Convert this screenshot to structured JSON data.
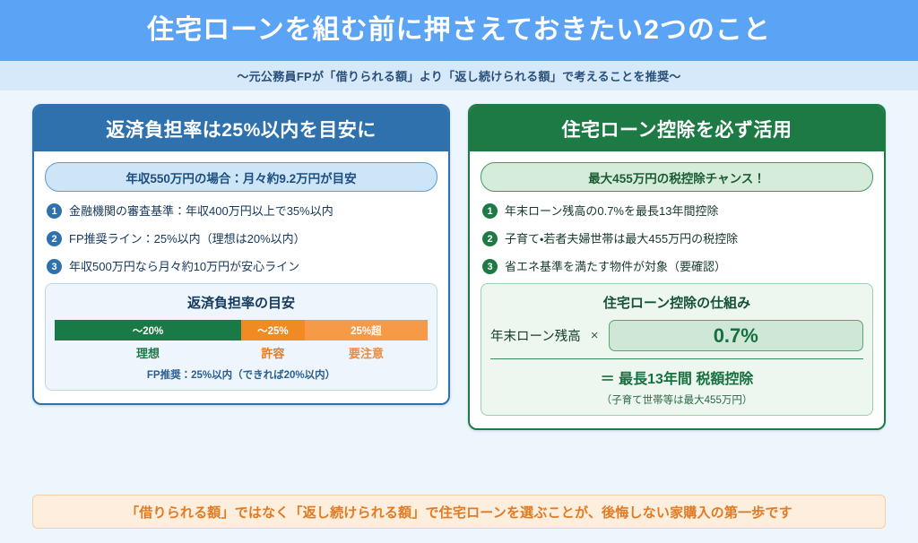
{
  "header": {
    "title": "住宅ローンを組む前に押さえておきたい2つのこと",
    "subtitle": "〜元公務員FPが「借りられる額」より「返し続けられる額」で考えることを推奨〜",
    "bg_color": "#5aa3f5",
    "subtitle_bg_color": "#d5e9fb"
  },
  "cards": [
    {
      "id": "repayment-ratio",
      "title": "返済負担率は25%以内を目安に",
      "accent_color": "#2e71ac",
      "highlight": "年収550万円の場合：月々約9.2万円が目安",
      "points": [
        {
          "num": "1",
          "text": "金融機関の審査基準：年収400万円以上で35%以内"
        },
        {
          "num": "2",
          "text": "FP推奨ライン：25%以内（理想は20%以内）"
        },
        {
          "num": "3",
          "text": "年収500万円なら月々約10万円が安心ライン"
        }
      ],
      "panel": {
        "title": "返済負担率の目安",
        "note": "FP推奨：25%以内（できれば20%以内）"
      }
    },
    {
      "id": "loan-deduction",
      "title": "住宅ローン控除を必ず活用",
      "accent_color": "#1e7a45",
      "highlight": "最大455万円の税控除チャンス！",
      "points": [
        {
          "num": "1",
          "text": "年末ローン残高の0.7%を最長13年間控除"
        },
        {
          "num": "2",
          "text": "子育て・若者夫婦世帯は最大455万円の税控除"
        },
        {
          "num": "3",
          "text": "省エネ基準を満たす物件が対象（要確認）"
        }
      ],
      "panel": {
        "title": "住宅ローン控除の仕組み",
        "term_label": "年末ローン残高",
        "operator": "×",
        "rate_value": "0.7%",
        "equals": "＝",
        "result": "最長13年間 税額控除",
        "sub_note": "（子育て世帯等は最大455万円）"
      }
    }
  ],
  "chart_data": {
    "type": "bar",
    "title": "返済負担率の目安",
    "orientation": "horizontal-stacked",
    "categories": [
      "〜20%",
      "〜25%",
      "25%超"
    ],
    "values": [
      50,
      17,
      33
    ],
    "value_unit": "% of bar width",
    "segment_labels": [
      "〜20%",
      "〜25%",
      "25%超"
    ],
    "legend_labels": [
      "理想",
      "許容",
      "要注意"
    ],
    "colors": [
      "#1a7a47",
      "#ef8b22",
      "#f79a48"
    ],
    "legend_text_colors": [
      "#1a7a47",
      "#e07b24",
      "#f08a3a"
    ],
    "annotation": "FP推奨：25%以内（できれば20%以内）",
    "xlabel": "",
    "ylabel": "",
    "grid": false,
    "legend_position": "below-bar"
  },
  "footer": {
    "text": "「借りられる額」ではなく「返し続けられる額」で住宅ローンを選ぶことが、後悔しない家購入の第一歩です",
    "bg_color": "#fdeedd",
    "text_color": "#e07b24"
  }
}
